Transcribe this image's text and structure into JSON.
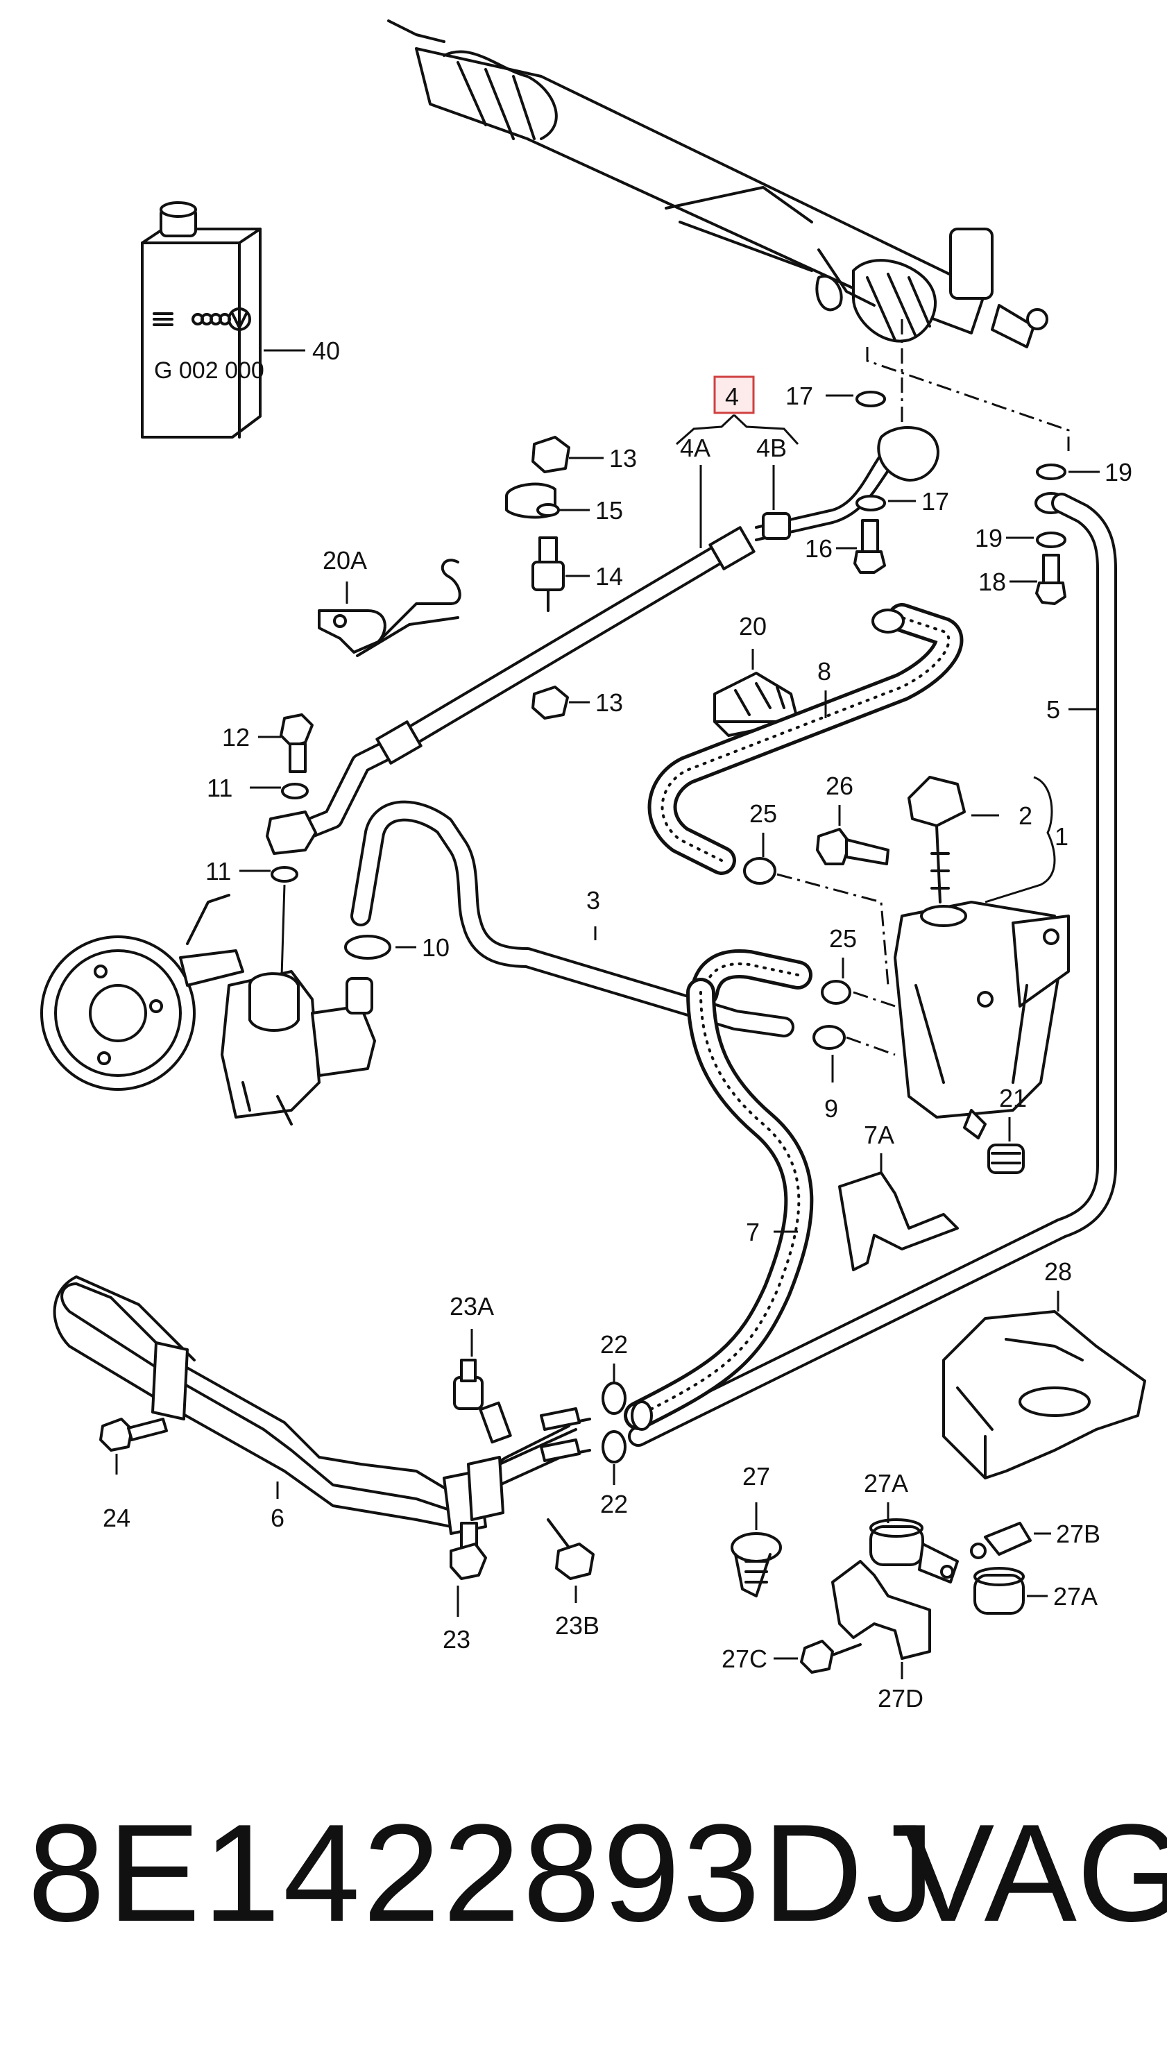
{
  "diagram": {
    "callouts": {
      "c40": "40",
      "c4": "4",
      "c4a": "4A",
      "c4b": "4B",
      "c13a": "13",
      "c15": "15",
      "c14": "14",
      "c13b": "13",
      "c20a": "20A",
      "c20": "20",
      "c12": "12",
      "c11a": "11",
      "c11b": "11",
      "c10": "10",
      "c3": "3",
      "c8": "8",
      "c17a": "17",
      "c17b": "17",
      "c16": "16",
      "c19a": "19",
      "c19b": "19",
      "c18": "18",
      "c5": "5",
      "c2": "2",
      "c1": "1",
      "c26": "26",
      "c25a": "25",
      "c25b": "25",
      "c9": "9",
      "c21": "21",
      "c7a": "7A",
      "c7": "7",
      "c28": "28",
      "c23a": "23A",
      "c22a": "22",
      "c22b": "22",
      "c24": "24",
      "c6": "6",
      "c23": "23",
      "c23b": "23B",
      "c27": "27",
      "c27a1": "27A",
      "c27b": "27B",
      "c27a2": "27A",
      "c27c": "27C",
      "c27d": "27D"
    },
    "fluid_can_label": "G 002 000",
    "highlighted_callout": "4"
  },
  "footer": {
    "part_number": "8E1422893DJ",
    "brand": "VAG"
  },
  "colors": {
    "highlight_fill": "#fdeaea",
    "highlight_stroke": "#d04040"
  }
}
